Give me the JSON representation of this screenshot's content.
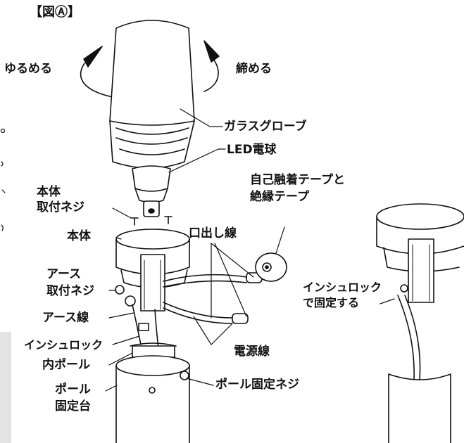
{
  "figure": {
    "title": "【図Ⓐ】",
    "loosen": "ゆるめる",
    "tighten": "締める",
    "glass_globe": "ガラスグローブ",
    "led_bulb": "LED電球",
    "body_screw": "本体\n取付ネジ",
    "tape": "自己融着テープと\n絶縁テープ",
    "body": "本体",
    "lead_wire": "口出し線",
    "earth_screw": "アース\n取付ネジ",
    "earth_wire": "アース線",
    "insulock": "インシュロック",
    "power_wire": "電源線",
    "inner_pole": "内ポール",
    "pole_base": "ポール\n固定台",
    "pole_fix_screw": "ポール固定ネジ",
    "insulock_fix": "インシュロック\nで固定する"
  }
}
